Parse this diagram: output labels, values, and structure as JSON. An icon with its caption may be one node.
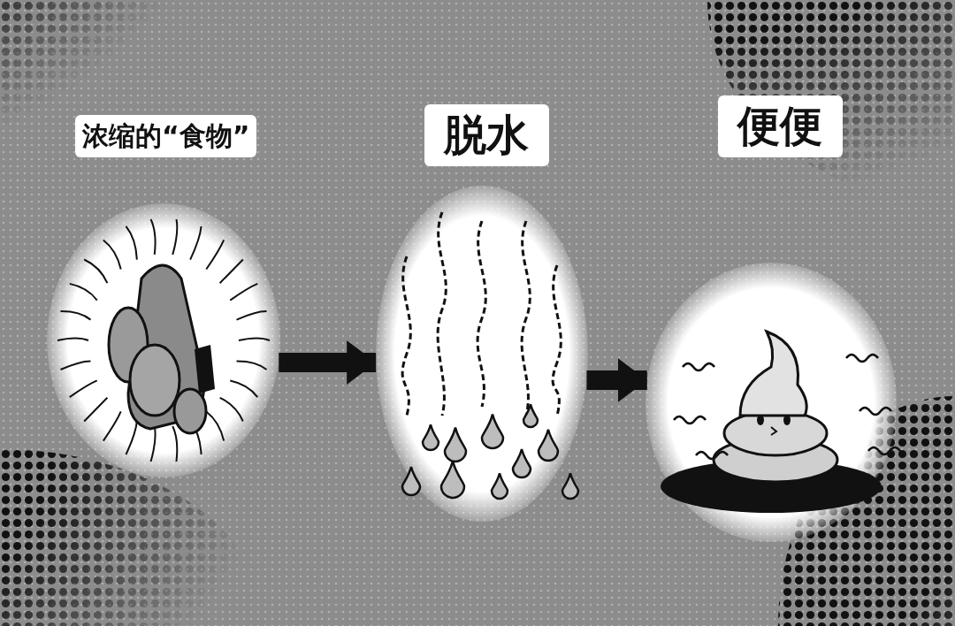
{
  "diagram": {
    "nodes": [
      {
        "text": [
          "浓缩的“食物”"
        ]
      },
      {
        "text": [
          "脱水"
        ]
      },
      {
        "text": [
          "便便"
        ]
      }
    ],
    "edges": [
      {
        "from": 0,
        "to": 1,
        "arrow": "to"
      },
      {
        "from": 1,
        "to": 2,
        "arrow": "to"
      }
    ]
  }
}
